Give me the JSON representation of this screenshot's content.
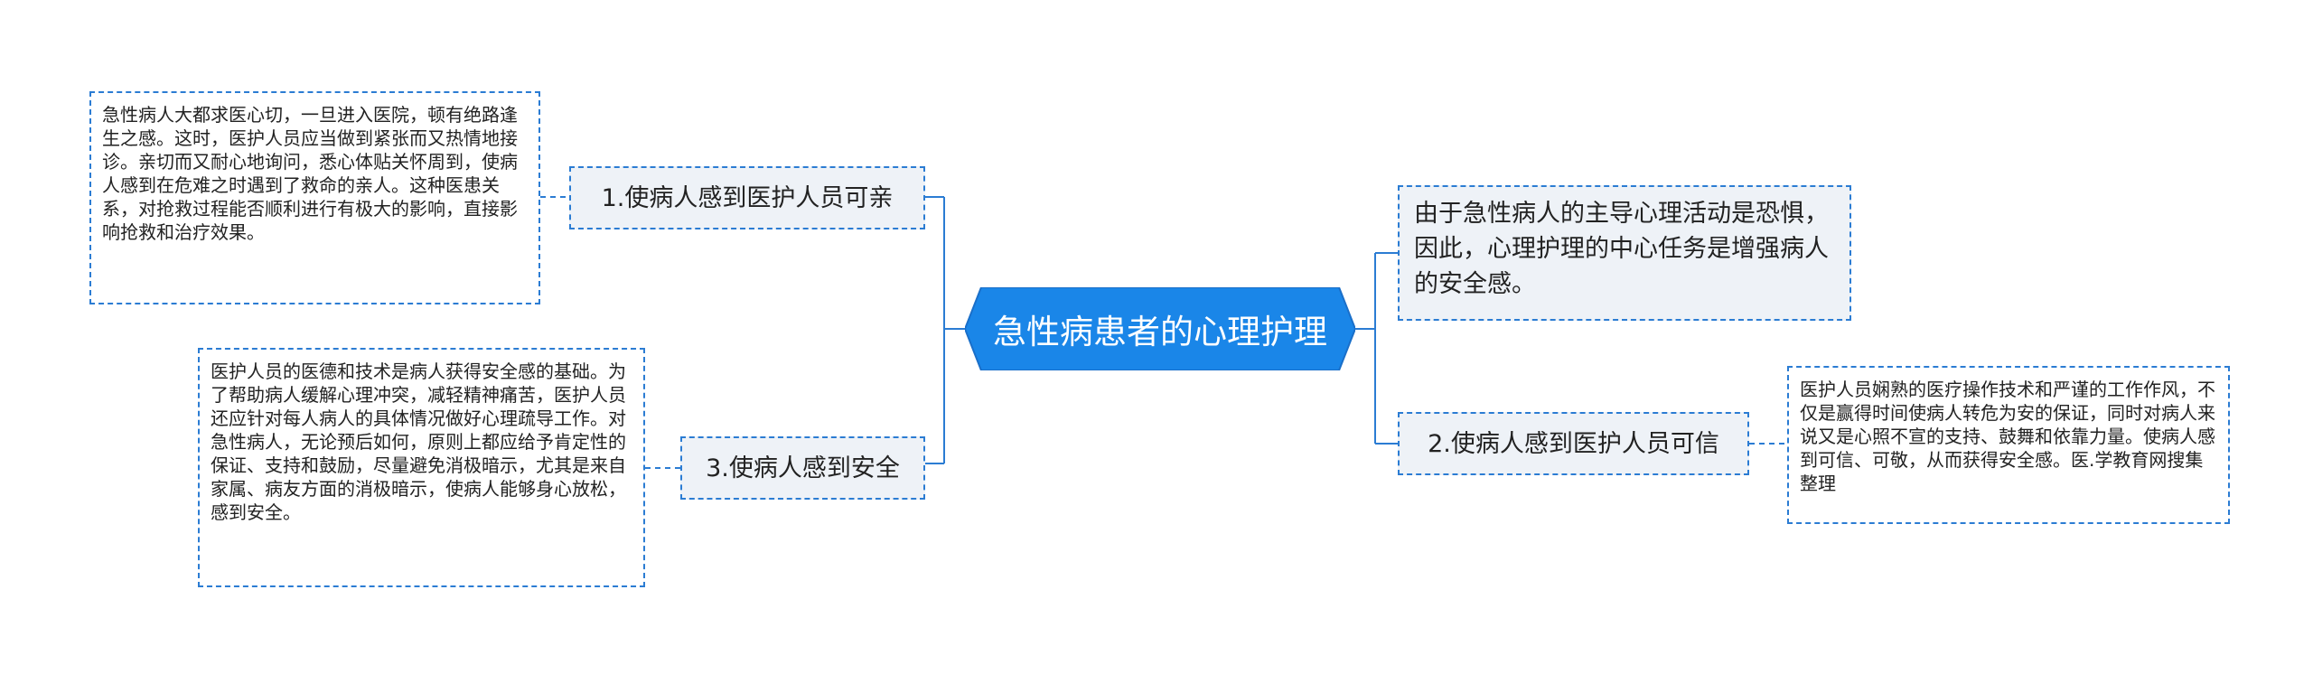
{
  "root": {
    "title": "急性病患者的心理护理"
  },
  "branches": [
    {
      "label": "1.使病人感到医护人员可亲",
      "note": "急性病人大都求医心切，一旦进入医院，顿有绝路逢生之感。这时，医护人员应当做到紧张而又热情地接诊。亲切而又耐心地询问，悉心体贴关怀周到，使病人感到在危难之时遇到了救命的亲人。这种医患关系，对抢救过程能否顺利进行有极大的影响，直接影响抢救和治疗效果。"
    },
    {
      "label": "3.使病人感到安全",
      "note": "医护人员的医德和技术是病人获得安全感的基础。为了帮助病人缓解心理冲突，减轻精神痛苦，医护人员还应针对每人病人的具体情况做好心理疏导工作。对急性病人，无论预后如何，原则上都应给予肯定性的保证、支持和鼓励，尽量避免消极暗示，尤其是来自家属、病友方面的消极暗示，使病人能够身心放松，感到安全。"
    },
    {
      "label": "由于急性病人的主导心理活动是恐惧，因此，心理护理的中心任务是增强病人的安全感。"
    },
    {
      "label": "2.使病人感到医护人员可信",
      "note": "医护人员娴熟的医疗操作技术和严谨的工作作风，不仅是赢得时间使病人转危为安的保证，同时对病人来说又是心照不宣的支持、鼓舞和依靠力量。使病人感到可信、可敬，从而获得安全感。医.学教育网搜集整理"
    }
  ],
  "colors": {
    "accent": "#1a86e8",
    "border": "#2b7cd3",
    "node_fill": "#eef2f7"
  }
}
